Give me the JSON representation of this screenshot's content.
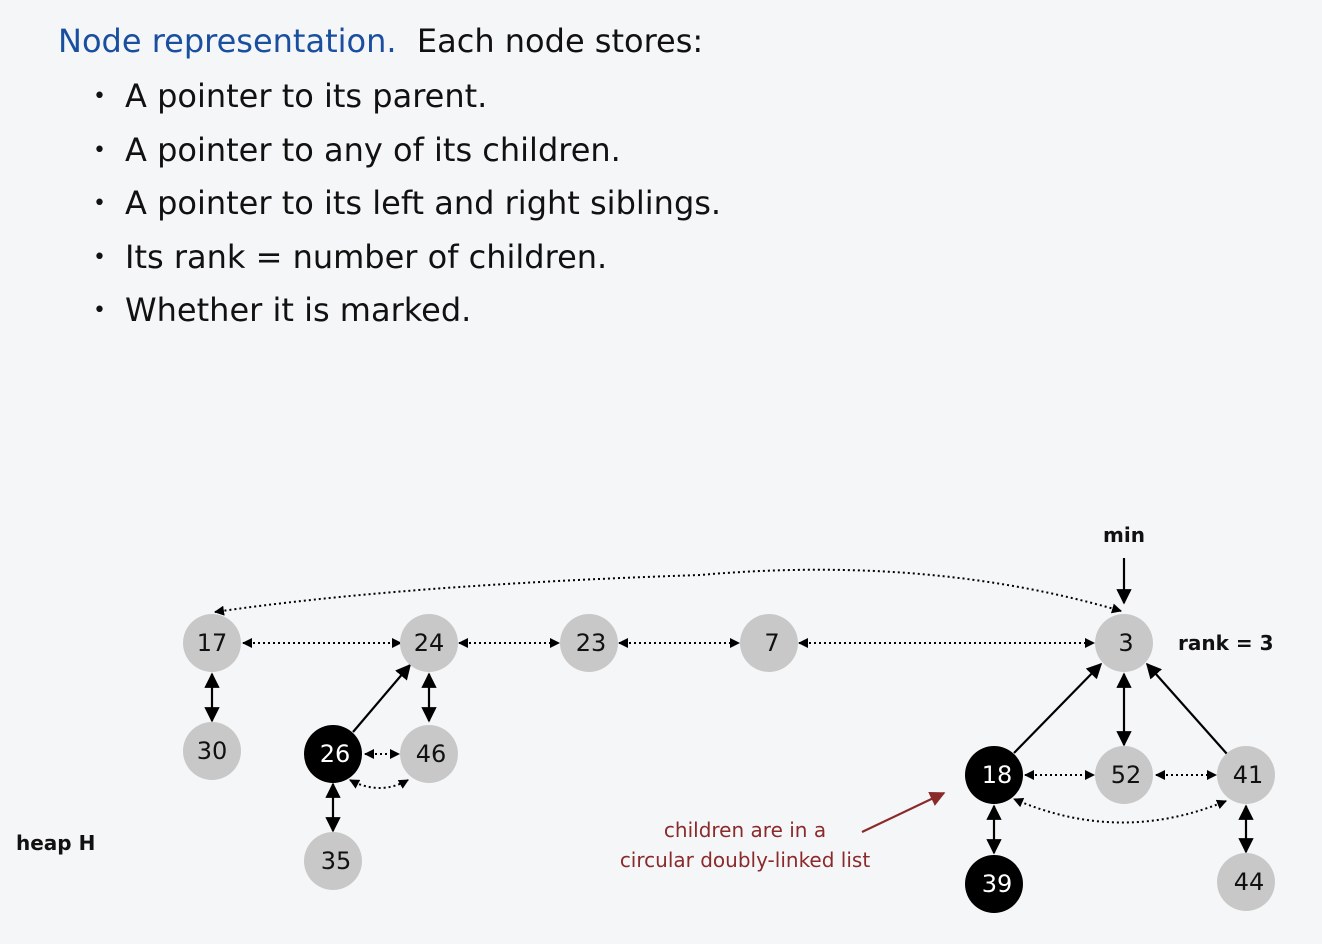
{
  "header": {
    "label": "Node representation.",
    "text": "Each node stores:"
  },
  "bullets": [
    "A pointer to its parent.",
    "A pointer to any of its children.",
    "A pointer to its left and right siblings.",
    "Its rank = number of children.",
    "Whether it is marked."
  ],
  "diagram": {
    "min_label": "min",
    "rank_label": "rank = 3",
    "heap_label": "heap H",
    "note_line1": "children are in a",
    "note_line2": "circular doubly-linked list",
    "colors": {
      "unmarked": "#c8c8c8",
      "marked": "#000000",
      "note": "#8b2a2a",
      "accent": "#1a4fa0"
    },
    "nodes": {
      "n17": {
        "key": "17",
        "marked": false
      },
      "n30": {
        "key": "30",
        "marked": false
      },
      "n24": {
        "key": "24",
        "marked": false
      },
      "n26": {
        "key": "26",
        "marked": true
      },
      "n46": {
        "key": "46",
        "marked": false
      },
      "n35": {
        "key": "35",
        "marked": false
      },
      "n23": {
        "key": "23",
        "marked": false
      },
      "n7": {
        "key": "7",
        "marked": false
      },
      "n3": {
        "key": "3",
        "marked": false
      },
      "n18": {
        "key": "18",
        "marked": true
      },
      "n52": {
        "key": "52",
        "marked": false
      },
      "n41": {
        "key": "41",
        "marked": false
      },
      "n39": {
        "key": "39",
        "marked": true
      },
      "n44": {
        "key": "44",
        "marked": false
      }
    }
  }
}
